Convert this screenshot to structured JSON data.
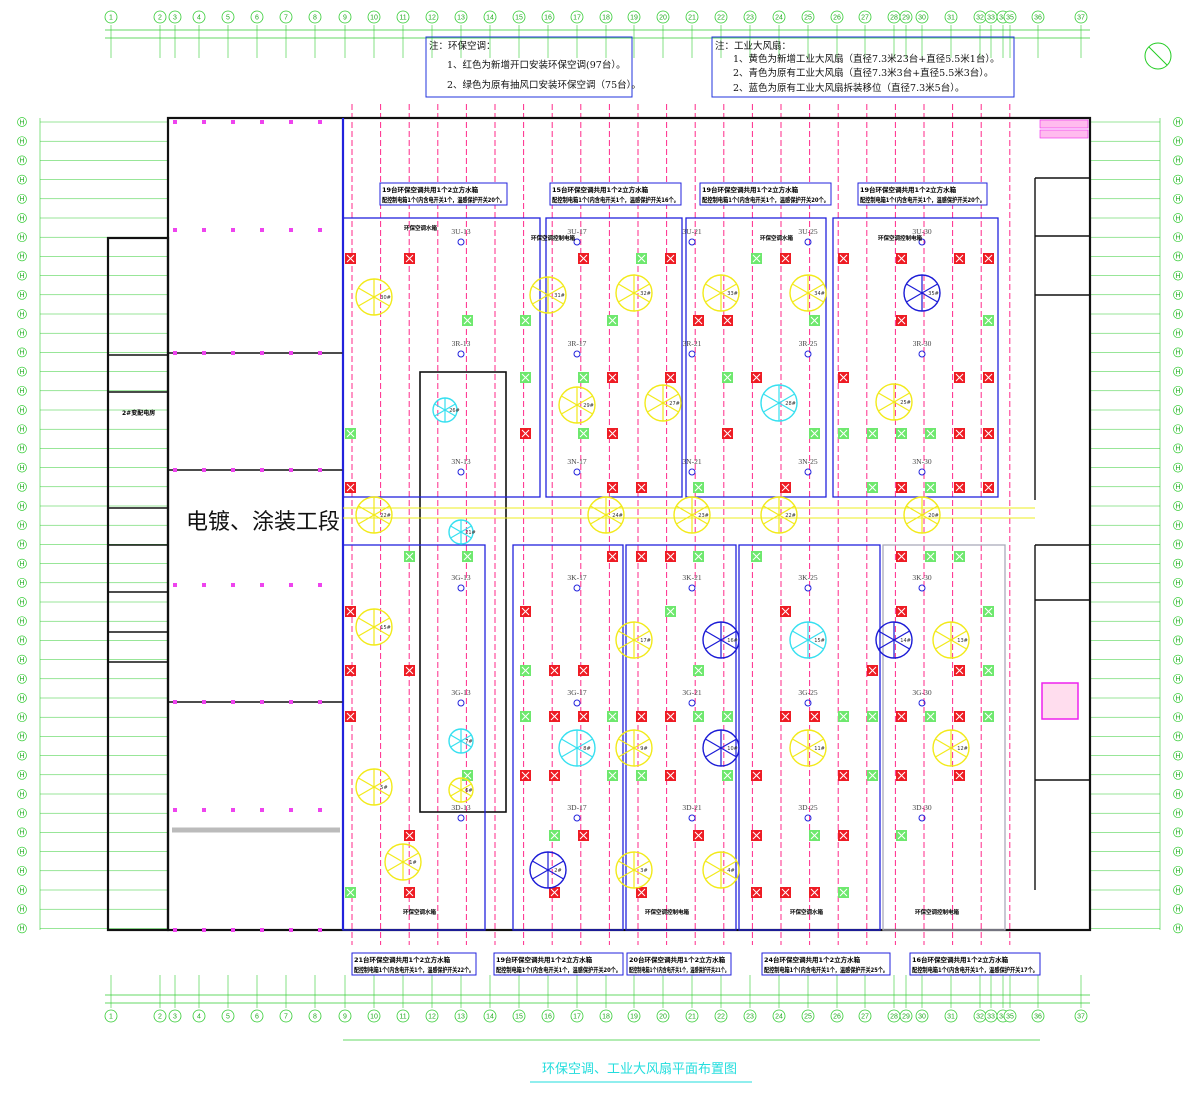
{
  "drawing": {
    "title": "环保空调、工业大风扇平面布置图",
    "section_label": "电镀、涂装工段",
    "room_label": "2#变配电房",
    "row_marker": "H"
  },
  "axes": {
    "columns": [
      "1",
      "2",
      "3",
      "4",
      "5",
      "6",
      "7",
      "8",
      "9",
      "10",
      "11",
      "12",
      "13",
      "14",
      "15",
      "16",
      "17",
      "18",
      "19",
      "20",
      "21",
      "22",
      "23",
      "24",
      "25",
      "26",
      "27",
      "28",
      "29",
      "30",
      "31",
      "32",
      "33",
      "34",
      "35",
      "36",
      "37"
    ]
  },
  "notes": {
    "ac": {
      "heading": "注：环保空调：",
      "lines": [
        "1、红色为新增开口安装环保空调(97台）。",
        "2、绿色为原有抽风口安装环保空调（75台）。"
      ]
    },
    "fans": {
      "heading": "注：工业大风扇：",
      "lines": [
        "1、黄色为新增工业大风扇（直径7.3米23台+直径5.5米1台）。",
        "2、青色为原有工业大风扇（直径7.3米3台+直径5.5米3台）。",
        "2、蓝色为原有工业大风扇拆装移位（直径7.3米5台）。"
      ]
    }
  },
  "groups_top": [
    {
      "line1": "19台环保空调共用1个2立方水箱",
      "line2": "配控制电箱1个(内含电开关1个，温感保护开关20个。"
    },
    {
      "line1": "15台环保空调共用1个2立方水箱",
      "line2": "配控制电箱1个(内含电开关1个，温感保护开关16个。"
    },
    {
      "line1": "19台环保空调共用1个2立方水箱",
      "line2": "配控制电箱1个(内含电开关1个，温感保护开关20个。"
    },
    {
      "line1": "19台环保空调共用1个2立方水箱",
      "line2": "配控制电箱1个(内含电开关1个，温感保护开关20个。"
    }
  ],
  "groups_bottom": [
    {
      "line1": "21台环保空调共用1个2立方水箱",
      "line2": "配控制电箱1个(内含电开关1个，温感保护开关22个。"
    },
    {
      "line1": "19台环保空调共用1个2立方水箱",
      "line2": "配控制电箱1个(内含电开关1个，温感保护开关20个。"
    },
    {
      "line1": "20台环保空调共用1个2立方水箱",
      "line2": "配控制电箱1个(内含电开关1个，温感保护开关21个。"
    },
    {
      "line1": "24台环保空调共用1个2立方水箱",
      "line2": "配控制电箱1个(内含电开关1个，温感保护开关25个。"
    },
    {
      "line1": "16台环保空调共用1个2立方水箱",
      "line2": "配控制电箱1个(内含电开关1个，温感保护开关17个。"
    }
  ],
  "tags": {
    "tank": "环保空调水箱",
    "control_box": "环保空调控制电箱"
  },
  "zones": [
    [
      "3U-13",
      "3U-17",
      "3U-21",
      "3U-25",
      "3U-30"
    ],
    [
      "3R-13",
      "3R-17",
      "3R-21",
      "3R-25",
      "3R-30"
    ],
    [
      "3N-13",
      "3N-17",
      "3N-21",
      "3N-25",
      "3N-30"
    ],
    [
      "3G-13",
      "3K-17",
      "3K-21",
      "3K-25",
      "3K-30"
    ],
    [
      "3G-13",
      "3G-17",
      "3G-21",
      "3G-25",
      "3G-30"
    ],
    [
      "3D-13",
      "3D-17",
      "3D-21",
      "3D-25",
      "3D-30"
    ]
  ],
  "fan_colors": {
    "new": "#f2ea1a",
    "existing": "#36e0f0",
    "relocated": "#1b1bd6"
  },
  "unit_colors": {
    "new": "#ee1c24",
    "existing": "#6ee86e"
  },
  "fans": [
    {
      "id": "30#",
      "type": "new"
    },
    {
      "id": "31#",
      "type": "new"
    },
    {
      "id": "32#",
      "type": "new"
    },
    {
      "id": "33#",
      "type": "new"
    },
    {
      "id": "34#",
      "type": "new"
    },
    {
      "id": "35#",
      "type": "relocated"
    },
    {
      "id": "26#",
      "type": "existing"
    },
    {
      "id": "29#",
      "type": "new"
    },
    {
      "id": "27#",
      "type": "new"
    },
    {
      "id": "28#",
      "type": "existing"
    },
    {
      "id": "25#",
      "type": "new"
    },
    {
      "id": "22#",
      "type": "new"
    },
    {
      "id": "21#",
      "type": "existing"
    },
    {
      "id": "24#",
      "type": "new"
    },
    {
      "id": "23#",
      "type": "new"
    },
    {
      "id": "22#",
      "type": "new"
    },
    {
      "id": "20#",
      "type": "new"
    },
    {
      "id": "15#",
      "type": "new"
    },
    {
      "id": "17#",
      "type": "new"
    },
    {
      "id": "16#",
      "type": "relocated"
    },
    {
      "id": "15#",
      "type": "existing"
    },
    {
      "id": "14#",
      "type": "relocated"
    },
    {
      "id": "13#",
      "type": "new"
    },
    {
      "id": "7#",
      "type": "existing"
    },
    {
      "id": "8#",
      "type": "existing"
    },
    {
      "id": "9#",
      "type": "new"
    },
    {
      "id": "10#",
      "type": "relocated"
    },
    {
      "id": "11#",
      "type": "new"
    },
    {
      "id": "12#",
      "type": "new"
    },
    {
      "id": "5#",
      "type": "new"
    },
    {
      "id": "6#",
      "type": "new"
    },
    {
      "id": "1#",
      "type": "new"
    },
    {
      "id": "2#",
      "type": "relocated"
    },
    {
      "id": "3#",
      "type": "new"
    },
    {
      "id": "4#",
      "type": "new"
    }
  ]
}
